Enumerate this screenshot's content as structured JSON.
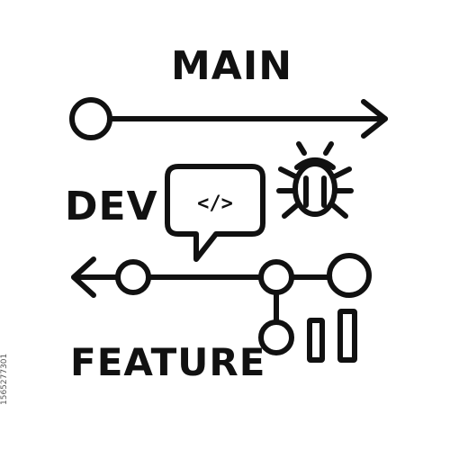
{
  "branches": {
    "main_label": "MAIN",
    "dev_label": "DEV",
    "feature_label": "FEATURE"
  },
  "code_bubble": {
    "text": "</>"
  },
  "icons": {
    "bug": "bug-icon",
    "code": "code-bubble-icon",
    "bars": "bar-chart-icon"
  },
  "stock_id": "1565277301",
  "colors": {
    "stroke": "#111111",
    "background": "#ffffff"
  }
}
